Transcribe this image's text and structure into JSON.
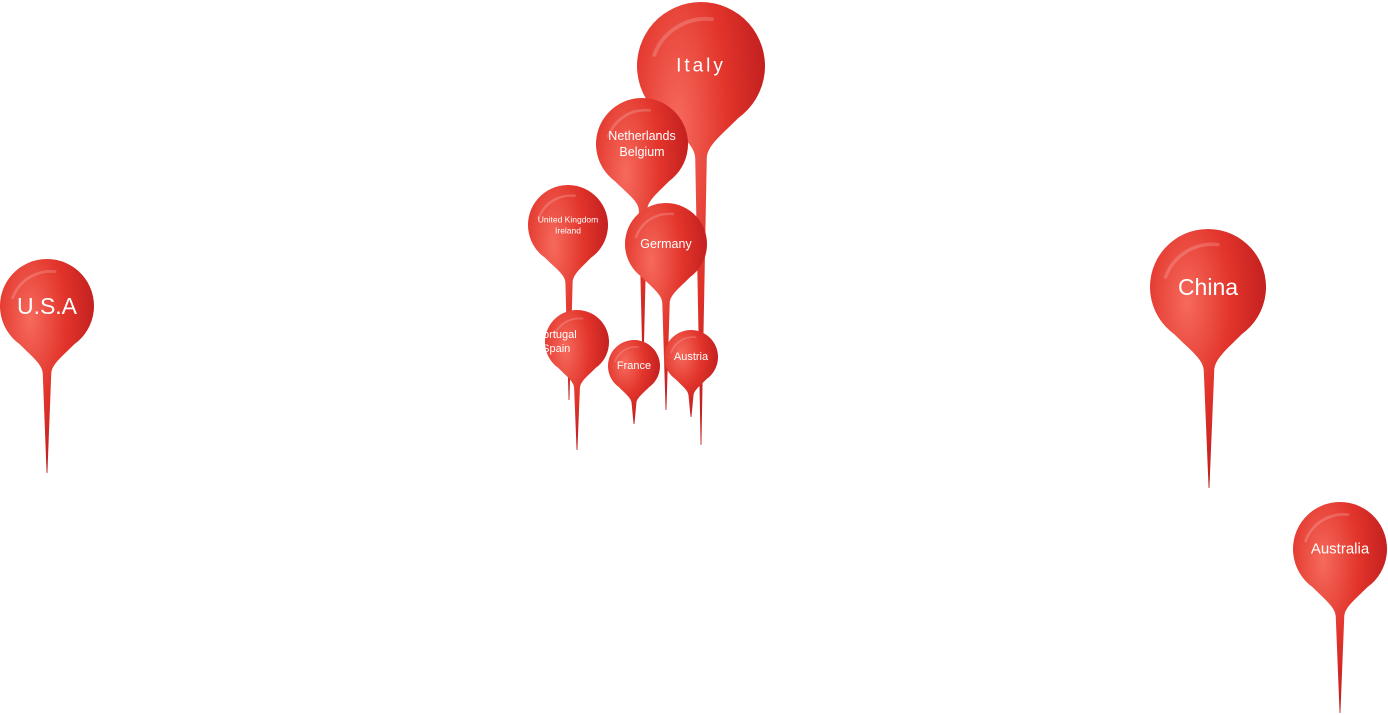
{
  "colors": {
    "pin_light": "#f2564a",
    "pin_main": "#e0312a",
    "pin_dark": "#b8191a",
    "label": "#ffffff",
    "background": "#ffffff"
  },
  "pins": [
    {
      "id": "italy",
      "lines": [
        "Italy"
      ]
    },
    {
      "id": "netherlands-belgium",
      "lines": [
        "Netherlands",
        "Belgium"
      ]
    },
    {
      "id": "uk-ireland",
      "lines": [
        "United Kingdom",
        "Ireland"
      ]
    },
    {
      "id": "germany",
      "lines": [
        "Germany"
      ]
    },
    {
      "id": "usa",
      "lines": [
        "U.S.A"
      ]
    },
    {
      "id": "china",
      "lines": [
        "China"
      ]
    },
    {
      "id": "portugal-spain",
      "lines": [
        "Portugal",
        "Spain"
      ]
    },
    {
      "id": "france",
      "lines": [
        "France"
      ]
    },
    {
      "id": "austria",
      "lines": [
        "Austria"
      ]
    },
    {
      "id": "australia",
      "lines": [
        "Australia"
      ]
    }
  ]
}
